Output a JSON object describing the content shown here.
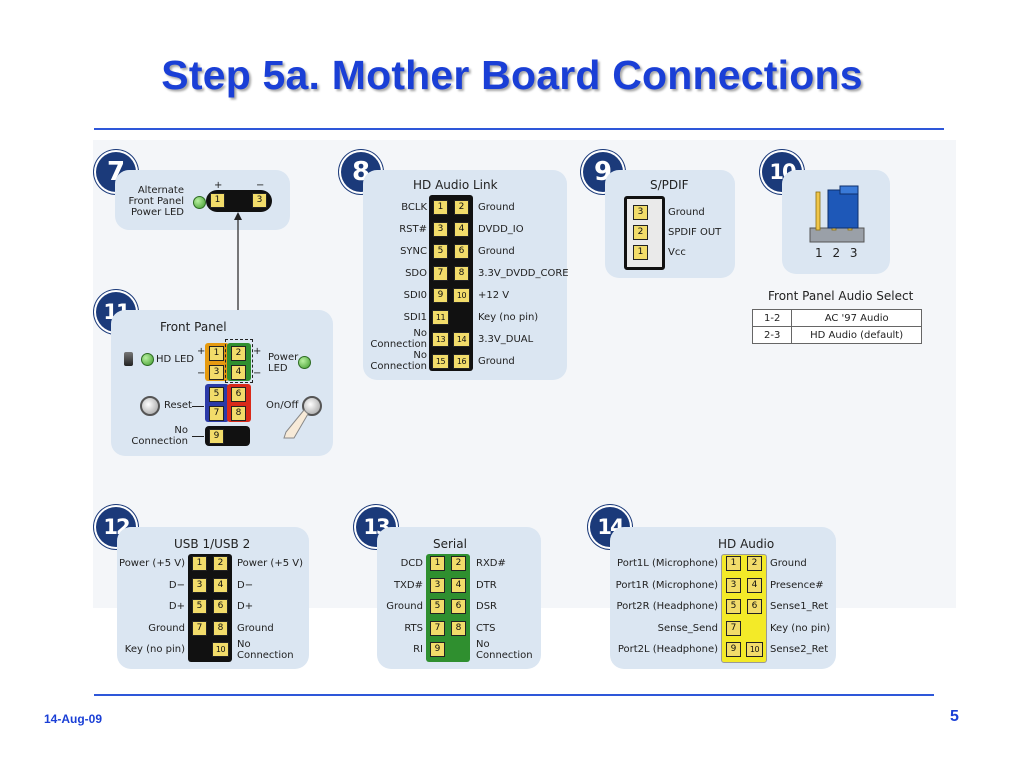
{
  "title": "Step 5a. Mother Board Connections",
  "footer": {
    "date": "14-Aug-09",
    "page": "5"
  },
  "badges": {
    "b7": "7",
    "b8": "8",
    "b9": "9",
    "b10": "10",
    "b11": "11",
    "b12": "12",
    "b13": "13",
    "b14": "14"
  },
  "alt_led": {
    "label_lines": [
      "Alternate",
      "Front Panel",
      "Power LED"
    ],
    "plus": "+",
    "minus": "−",
    "pins": [
      "1",
      "3"
    ]
  },
  "front_panel": {
    "title": "Front Panel",
    "hd_led": "HD LED",
    "power_led_lines": [
      "Power",
      "LED"
    ],
    "reset": "Reset",
    "on_off": "On/Off",
    "no_connection_lines": [
      "No",
      "Connection"
    ],
    "plus": "+",
    "minus": "−",
    "pins": [
      "1",
      "2",
      "3",
      "4",
      "5",
      "6",
      "7",
      "8",
      "9"
    ]
  },
  "hd_audio_link": {
    "title": "HD Audio Link",
    "rows": [
      {
        "left": "BCLK",
        "p1": "1",
        "p2": "2",
        "right": "Ground"
      },
      {
        "left": "RST#",
        "p1": "3",
        "p2": "4",
        "right": "DVDD_IO"
      },
      {
        "left": "SYNC",
        "p1": "5",
        "p2": "6",
        "right": "Ground"
      },
      {
        "left": "SDO",
        "p1": "7",
        "p2": "8",
        "right": "3.3V_DVDD_CORE"
      },
      {
        "left": "SDI0",
        "p1": "9",
        "p2": "10",
        "right": "+12 V"
      },
      {
        "left": "SDI1",
        "p1": "11",
        "p2": "",
        "right": "Key (no pin)"
      },
      {
        "left_lines": [
          "No",
          "Connection"
        ],
        "p1": "13",
        "p2": "14",
        "right": "3.3V_DUAL"
      },
      {
        "left_lines": [
          "No",
          "Connection"
        ],
        "p1": "15",
        "p2": "16",
        "right": "Ground"
      }
    ]
  },
  "spdif": {
    "title": "S/PDIF",
    "rows": [
      {
        "pin": "3",
        "label": "Ground"
      },
      {
        "pin": "2",
        "label": "SPDIF OUT"
      },
      {
        "pin": "1",
        "label": "Vcc"
      }
    ]
  },
  "fpas": {
    "title": "Front Panel Audio Select",
    "pin_numbers": "1 2 3",
    "rows": [
      {
        "a": "1-2",
        "b": "AC '97 Audio"
      },
      {
        "a": "2-3",
        "b": "HD Audio (default)"
      }
    ]
  },
  "usb": {
    "title": "USB 1/USB 2",
    "rows": [
      {
        "left": "Power (+5 V)",
        "p1": "1",
        "p2": "2",
        "right": "Power (+5 V)"
      },
      {
        "left": "D−",
        "p1": "3",
        "p2": "4",
        "right": "D−"
      },
      {
        "left": "D+",
        "p1": "5",
        "p2": "6",
        "right": "D+"
      },
      {
        "left": "Ground",
        "p1": "7",
        "p2": "8",
        "right": "Ground"
      },
      {
        "left": "Key (no pin)",
        "p1": "",
        "p2": "10",
        "right_lines": [
          "No",
          "Connection"
        ]
      }
    ]
  },
  "serial": {
    "title": "Serial",
    "rows": [
      {
        "left": "DCD",
        "p1": "1",
        "p2": "2",
        "right": "RXD#"
      },
      {
        "left": "TXD#",
        "p1": "3",
        "p2": "4",
        "right": "DTR"
      },
      {
        "left": "Ground",
        "p1": "5",
        "p2": "6",
        "right": "DSR"
      },
      {
        "left": "RTS",
        "p1": "7",
        "p2": "8",
        "right": "CTS"
      },
      {
        "left": "RI",
        "p1": "9",
        "p2": "",
        "right_lines": [
          "No",
          "Connection"
        ]
      }
    ]
  },
  "hd_audio": {
    "title": "HD Audio",
    "rows": [
      {
        "left": "Port1L (Microphone)",
        "p1": "1",
        "p2": "2",
        "right": "Ground"
      },
      {
        "left": "Port1R (Microphone)",
        "p1": "3",
        "p2": "4",
        "right": "Presence#"
      },
      {
        "left": "Port2R (Headphone)",
        "p1": "5",
        "p2": "6",
        "right": "Sense1_Ret"
      },
      {
        "left": "Sense_Send",
        "p1": "7",
        "p2": "",
        "right": "Key (no pin)"
      },
      {
        "left": "Port2L (Headphone)",
        "p1": "9",
        "p2": "10",
        "right": "Sense2_Ret"
      }
    ]
  },
  "colors": {
    "title": "#1a3fd6",
    "rule": "#2e57d9",
    "badge": "#1b3a7a",
    "panel": "#dbe6f2",
    "pin": "#f2dc6a"
  }
}
